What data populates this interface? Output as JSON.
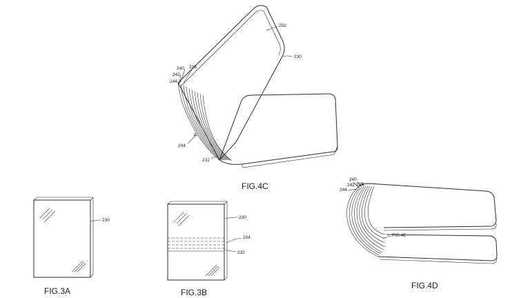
{
  "figures": {
    "fig4c": {
      "caption": "FIG.4C",
      "refs": {
        "r202": "202",
        "r230": "230",
        "r240": "240",
        "r238": "238",
        "r242": "242",
        "r244": "244",
        "r204": "204",
        "r232": "232"
      }
    },
    "fig3a": {
      "caption": "FIG.3A",
      "refs": {
        "r230": "230"
      }
    },
    "fig3b": {
      "caption": "FIG.3B",
      "refs": {
        "r230": "230",
        "r204": "204",
        "r232": "232"
      }
    },
    "fig4d": {
      "caption": "FIG.4D",
      "refs": {
        "r240": "240",
        "r242": "242",
        "r238": "238",
        "r244": "244",
        "fig4e": "FIG.4E"
      }
    }
  }
}
